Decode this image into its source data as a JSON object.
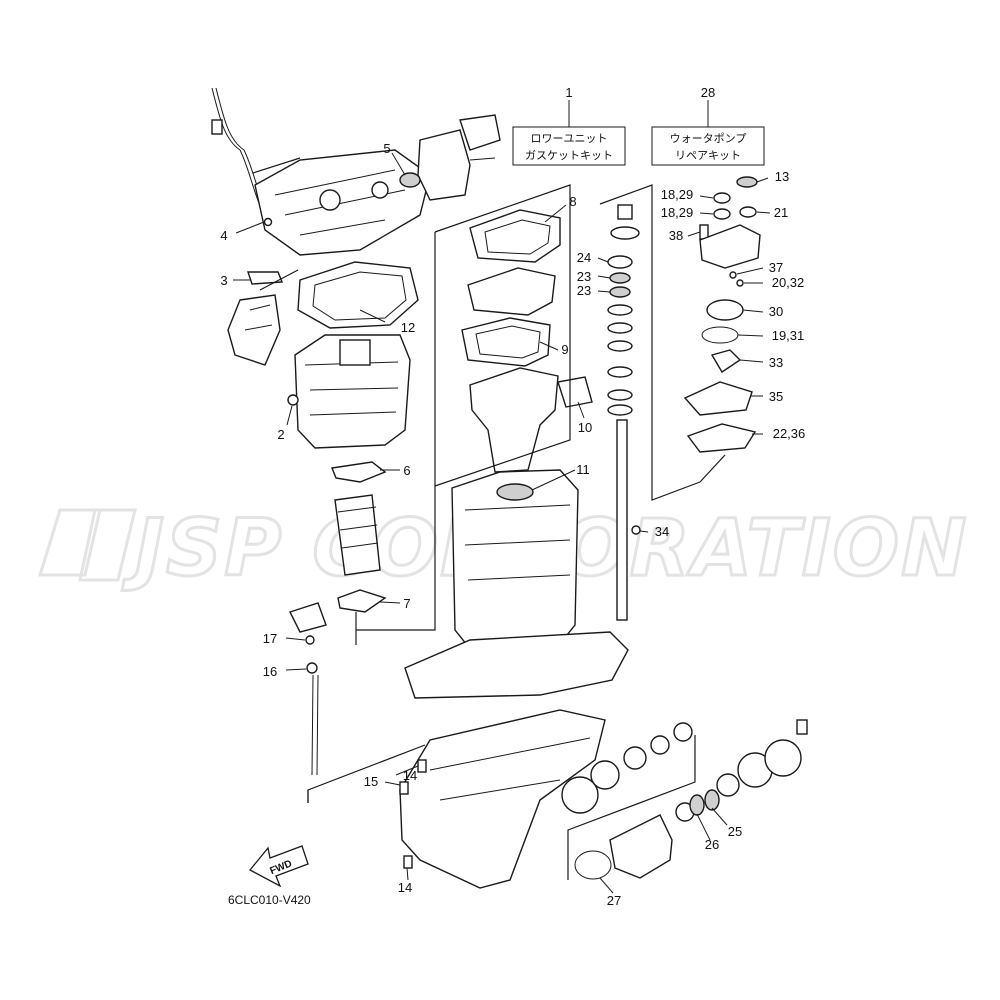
{
  "diagram_code": "6CLC010-V420",
  "watermark": "JSP CORPORATION",
  "fwd_label": "FWD",
  "kits": [
    {
      "ref": "1",
      "line1": "ロワーユニット",
      "line2": "ガスケットキット"
    },
    {
      "ref": "28",
      "line1": "ウォータポンプ",
      "line2": "リペアキット"
    }
  ],
  "callouts": [
    "1",
    "2",
    "3",
    "4",
    "5",
    "6",
    "7",
    "8",
    "9",
    "10",
    "11",
    "12",
    "13",
    "14",
    "14",
    "15",
    "16",
    "17",
    "18,29",
    "18,29",
    "19,31",
    "20,32",
    "21",
    "22,36",
    "23",
    "23",
    "24",
    "25",
    "26",
    "27",
    "28",
    "30",
    "33",
    "34",
    "35",
    "37",
    "38"
  ]
}
